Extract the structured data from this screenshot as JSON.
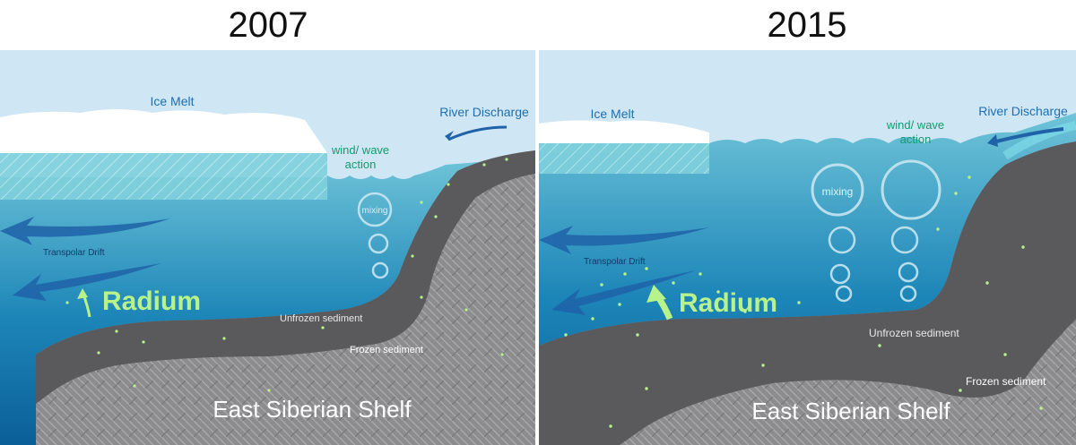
{
  "panels": [
    {
      "year": "2007",
      "labels": {
        "ice_melt": "Ice Melt",
        "river_discharge": "River Discharge",
        "wind_wave_line1": "wind/ wave",
        "wind_wave_line2": "action",
        "mixing": "mixing",
        "transpolar_drift": "Transpolar Drift",
        "radium": "Radium",
        "unfrozen_sediment": "Unfrozen sediment",
        "frozen_sediment": "Frozen sediment",
        "shelf": "East Siberian Shelf"
      }
    },
    {
      "year": "2015",
      "labels": {
        "ice_melt": "Ice Melt",
        "river_discharge": "River Discharge",
        "wind_wave_line1": "wind/ wave",
        "wind_wave_line2": "action",
        "mixing": "mixing",
        "transpolar_drift": "Transpolar Drift",
        "radium": "Radium",
        "unfrozen_sediment": "Unfrozen sediment",
        "frozen_sediment": "Frozen sediment",
        "shelf": "East Siberian Shelf"
      }
    }
  ],
  "colors": {
    "sky": "#cfe6f5",
    "ocean_top": "#6fc4d8",
    "ocean_bottom": "#0b5f98",
    "unfrozen_sediment": "#5a5a5c",
    "frozen_sediment": "#8c8c8e",
    "radium": "#b8f28a",
    "arrow": "#1f62a8",
    "label_blue": "#1f6fae",
    "label_green": "#159a6a"
  }
}
